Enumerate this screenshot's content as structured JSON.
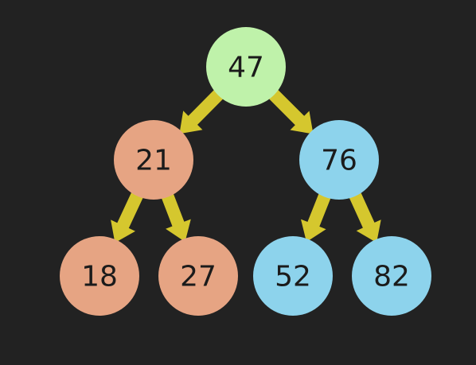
{
  "nodes": [
    {
      "id": "n47",
      "label": "47",
      "group": "root"
    },
    {
      "id": "n21",
      "label": "21",
      "group": "left"
    },
    {
      "id": "n76",
      "label": "76",
      "group": "right"
    },
    {
      "id": "n18",
      "label": "18",
      "group": "left"
    },
    {
      "id": "n27",
      "label": "27",
      "group": "left"
    },
    {
      "id": "n52",
      "label": "52",
      "group": "right"
    },
    {
      "id": "n82",
      "label": "82",
      "group": "right"
    }
  ],
  "edges": [
    {
      "from": "n47",
      "to": "n21"
    },
    {
      "from": "n47",
      "to": "n76"
    },
    {
      "from": "n21",
      "to": "n18"
    },
    {
      "from": "n21",
      "to": "n27"
    },
    {
      "from": "n76",
      "to": "n52"
    },
    {
      "from": "n76",
      "to": "n82"
    }
  ],
  "colors": {
    "background": "#222222",
    "root": "#bff2aa",
    "left": "#e6a483",
    "right": "#8dd3ec",
    "arrow": "#d5c72e",
    "text": "#1b1b1b"
  }
}
